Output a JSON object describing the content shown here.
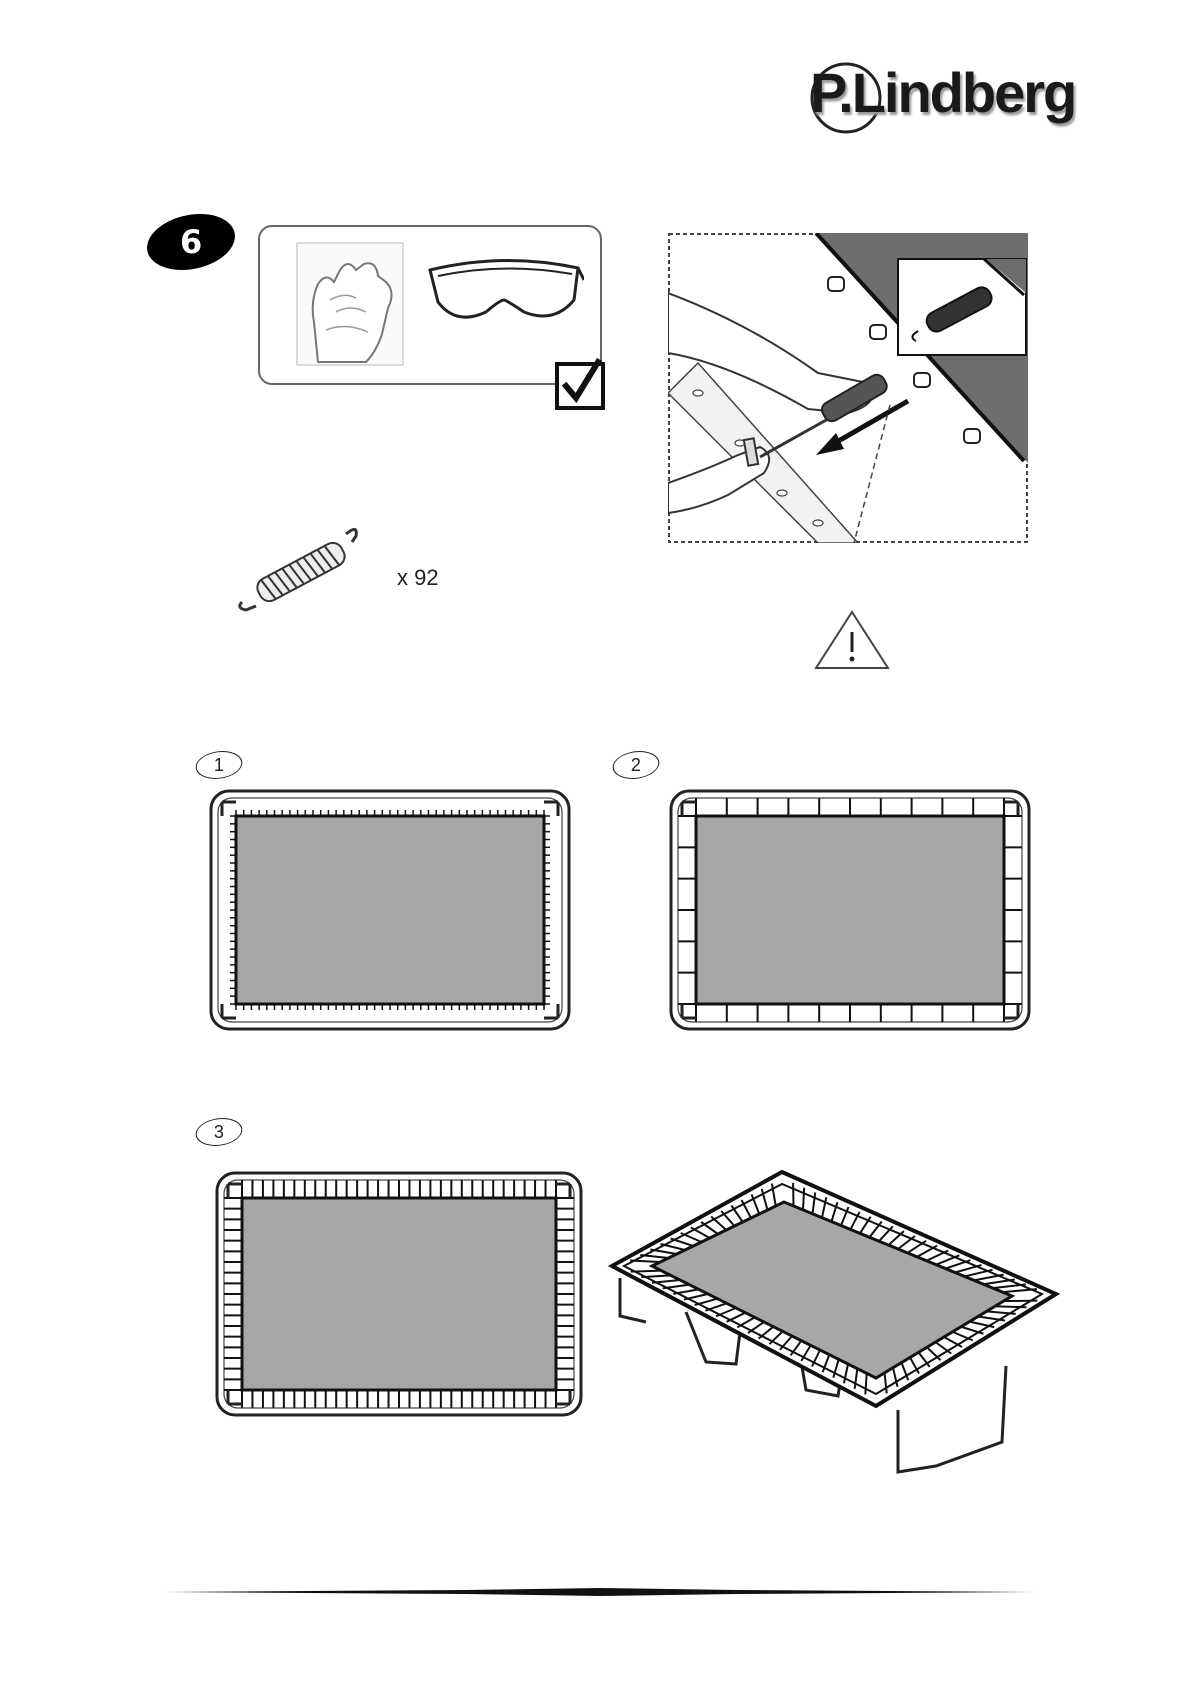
{
  "brand": {
    "name": "P.Lindberg"
  },
  "step": {
    "number": "6",
    "spring_quantity": "x 92"
  },
  "substeps": [
    {
      "label": "1"
    },
    {
      "label": "2"
    },
    {
      "label": "3"
    }
  ],
  "icons": {
    "gloves": "gloves-icon",
    "goggles": "safety-goggles-icon",
    "check": "checkmark-icon",
    "spring": "spring-icon",
    "warning": "warning-icon"
  },
  "colors": {
    "mat": "#a7a7a7",
    "frame": "#222222",
    "panel_dark": "#6e6e6e"
  }
}
